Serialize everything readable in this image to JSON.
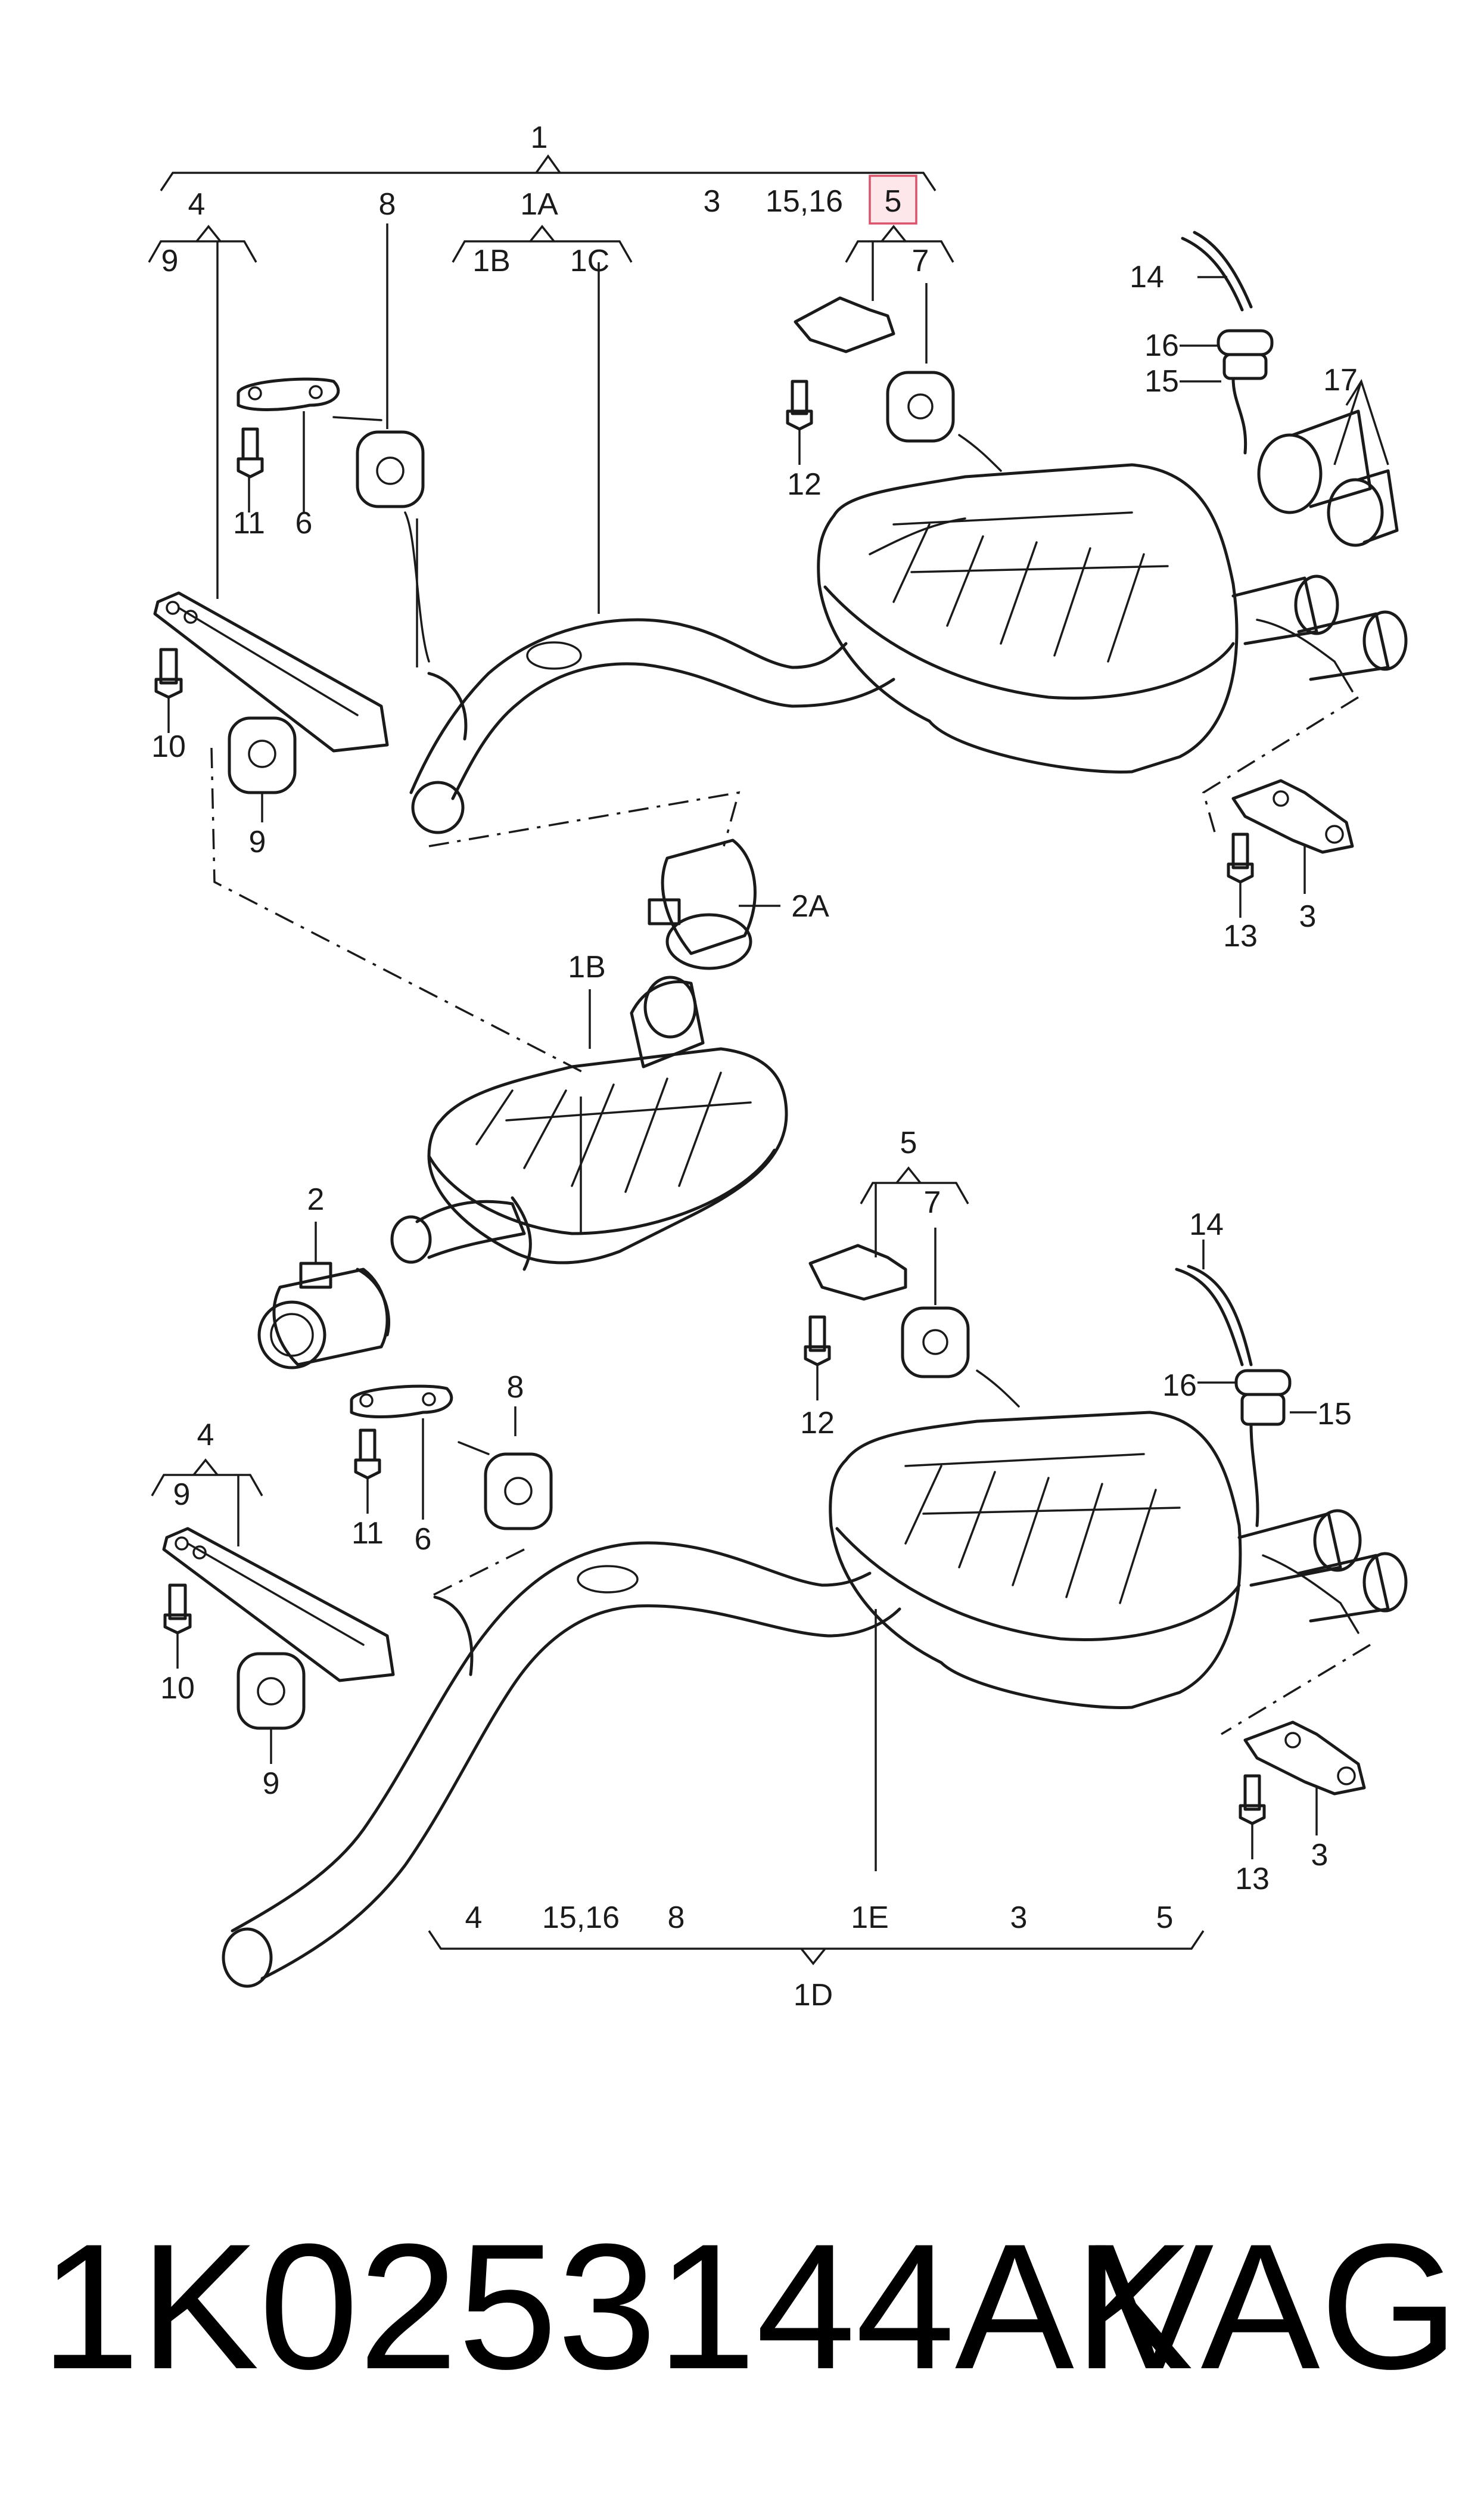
{
  "labels": {
    "l1": "1",
    "l4a": "4",
    "l9a": "9",
    "l8a": "8",
    "l1A": "1A",
    "l1Ba": "1B",
    "l1C": "1C",
    "l3a": "3",
    "l1516a": "15,16",
    "l5a": "5",
    "l7a": "7",
    "l14a": "14",
    "l16a": "16",
    "l15a": "15",
    "l17": "17",
    "l12a": "12",
    "l11a": "11",
    "l6a": "6",
    "l10a": "10",
    "l9b": "9",
    "l2A": "2A",
    "l13a": "13",
    "l3b": "3",
    "l1Bb": "1B",
    "l2": "2",
    "l5b": "5",
    "l7b": "7",
    "l14b": "14",
    "l12b": "12",
    "l16b": "16",
    "l15b": "15",
    "l4b": "4",
    "l9c": "9",
    "l8b": "8",
    "l11b": "11",
    "l6b": "6",
    "l10b": "10",
    "l9d": "9",
    "l13b": "13",
    "l3c": "3",
    "l4c": "4",
    "l1516b": "15,16",
    "l8c": "8",
    "l1E": "1E",
    "l3d": "3",
    "l5c": "5",
    "l1D": "1D"
  },
  "footer": {
    "part_number": "1K0253144AK",
    "brand": "VAG"
  },
  "colors": {
    "line": "#1a1a1a",
    "highlight_fill": "#fde7ea",
    "highlight_stroke": "#d9536a"
  }
}
